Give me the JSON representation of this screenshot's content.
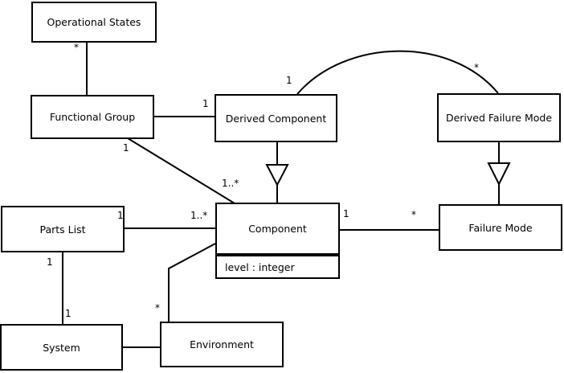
{
  "diagram_type": "uml-class-diagram",
  "colors": {
    "line": "#000000",
    "text": "#000000",
    "background": "#ffffff",
    "box_fill": "#ffffff"
  },
  "classes": {
    "operational_states": {
      "label": "Operational States"
    },
    "functional_group": {
      "label": "Functional Group"
    },
    "derived_component": {
      "label": "Derived Component"
    },
    "derived_failure_mode": {
      "label": "Derived Failure Mode"
    },
    "parts_list": {
      "label": "Parts List"
    },
    "component": {
      "label": "Component",
      "attributes": "level : integer"
    },
    "failure_mode": {
      "label": "Failure Mode"
    },
    "system": {
      "label": "System"
    },
    "environment": {
      "label": "Environment"
    }
  },
  "multiplicities": {
    "operational_states_end": "*",
    "derived_component_assoc_end": "1",
    "arc_derived_component_end": "1",
    "arc_derived_failure_mode_end": "*",
    "functional_group_diag_end": "1",
    "component_from_functional_group": "1..*",
    "parts_list_end": "1",
    "component_from_parts_list": "1..*",
    "component_to_failure_mode_end": "1",
    "failure_mode_end": "*",
    "parts_list_to_system_end": "1",
    "system_end": "1",
    "environment_end": "*"
  },
  "relationships": [
    {
      "from": "operational_states",
      "to": "functional_group",
      "type": "association",
      "from_multiplicity": "*"
    },
    {
      "from": "functional_group",
      "to": "derived_component",
      "type": "association",
      "to_multiplicity": "1"
    },
    {
      "from": "derived_component",
      "to": "derived_failure_mode",
      "type": "association",
      "style": "arc",
      "from_multiplicity": "1",
      "to_multiplicity": "*"
    },
    {
      "from": "functional_group",
      "to": "component",
      "type": "association",
      "from_multiplicity": "1",
      "to_multiplicity": "1..*"
    },
    {
      "from": "parts_list",
      "to": "component",
      "type": "association",
      "from_multiplicity": "1",
      "to_multiplicity": "1..*"
    },
    {
      "from": "component",
      "to": "failure_mode",
      "type": "association",
      "from_multiplicity": "1",
      "to_multiplicity": "*"
    },
    {
      "from": "parts_list",
      "to": "system",
      "type": "association",
      "from_multiplicity": "1",
      "to_multiplicity": "1"
    },
    {
      "from": "environment",
      "to": "component",
      "type": "association",
      "from_multiplicity": "*"
    },
    {
      "from": "system",
      "to": "environment",
      "type": "association"
    },
    {
      "from": "derived_component",
      "to": "component",
      "type": "generalization",
      "arrow": "hollow-triangle-pointing-at-component"
    },
    {
      "from": "derived_failure_mode",
      "to": "failure_mode",
      "type": "generalization",
      "arrow": "hollow-triangle-pointing-at-failure-mode"
    }
  ]
}
